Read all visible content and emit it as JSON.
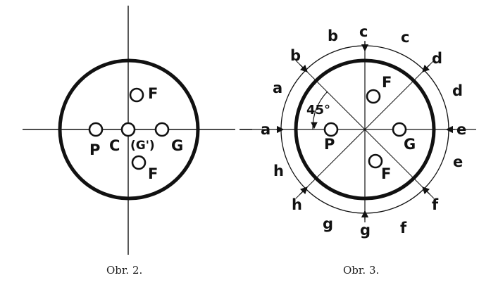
{
  "figure2": {
    "caption": "Obr. 2.",
    "labels": {
      "f_top": "F",
      "p": "P",
      "c": "C",
      "g_prime": "(G')",
      "g": "G",
      "f_bottom": "F"
    }
  },
  "figure3": {
    "caption": "Obr. 3.",
    "angle": "45°",
    "labels": {
      "f_top": "F",
      "p": "P",
      "g": "G",
      "f_bottom": "F"
    },
    "outer_letters": {
      "b_arc": "b",
      "c_arc": "c",
      "d_arc": "d",
      "e_arc": "e",
      "f_arc": "f",
      "g_arc": "g",
      "h_arc": "h",
      "a_arc": "a",
      "c_tick": "c",
      "d_tick": "d",
      "e_tick": "e",
      "f_tick": "f",
      "g_tick": "g",
      "h_tick": "h",
      "a_tick": "a",
      "b_tick": "b"
    }
  }
}
